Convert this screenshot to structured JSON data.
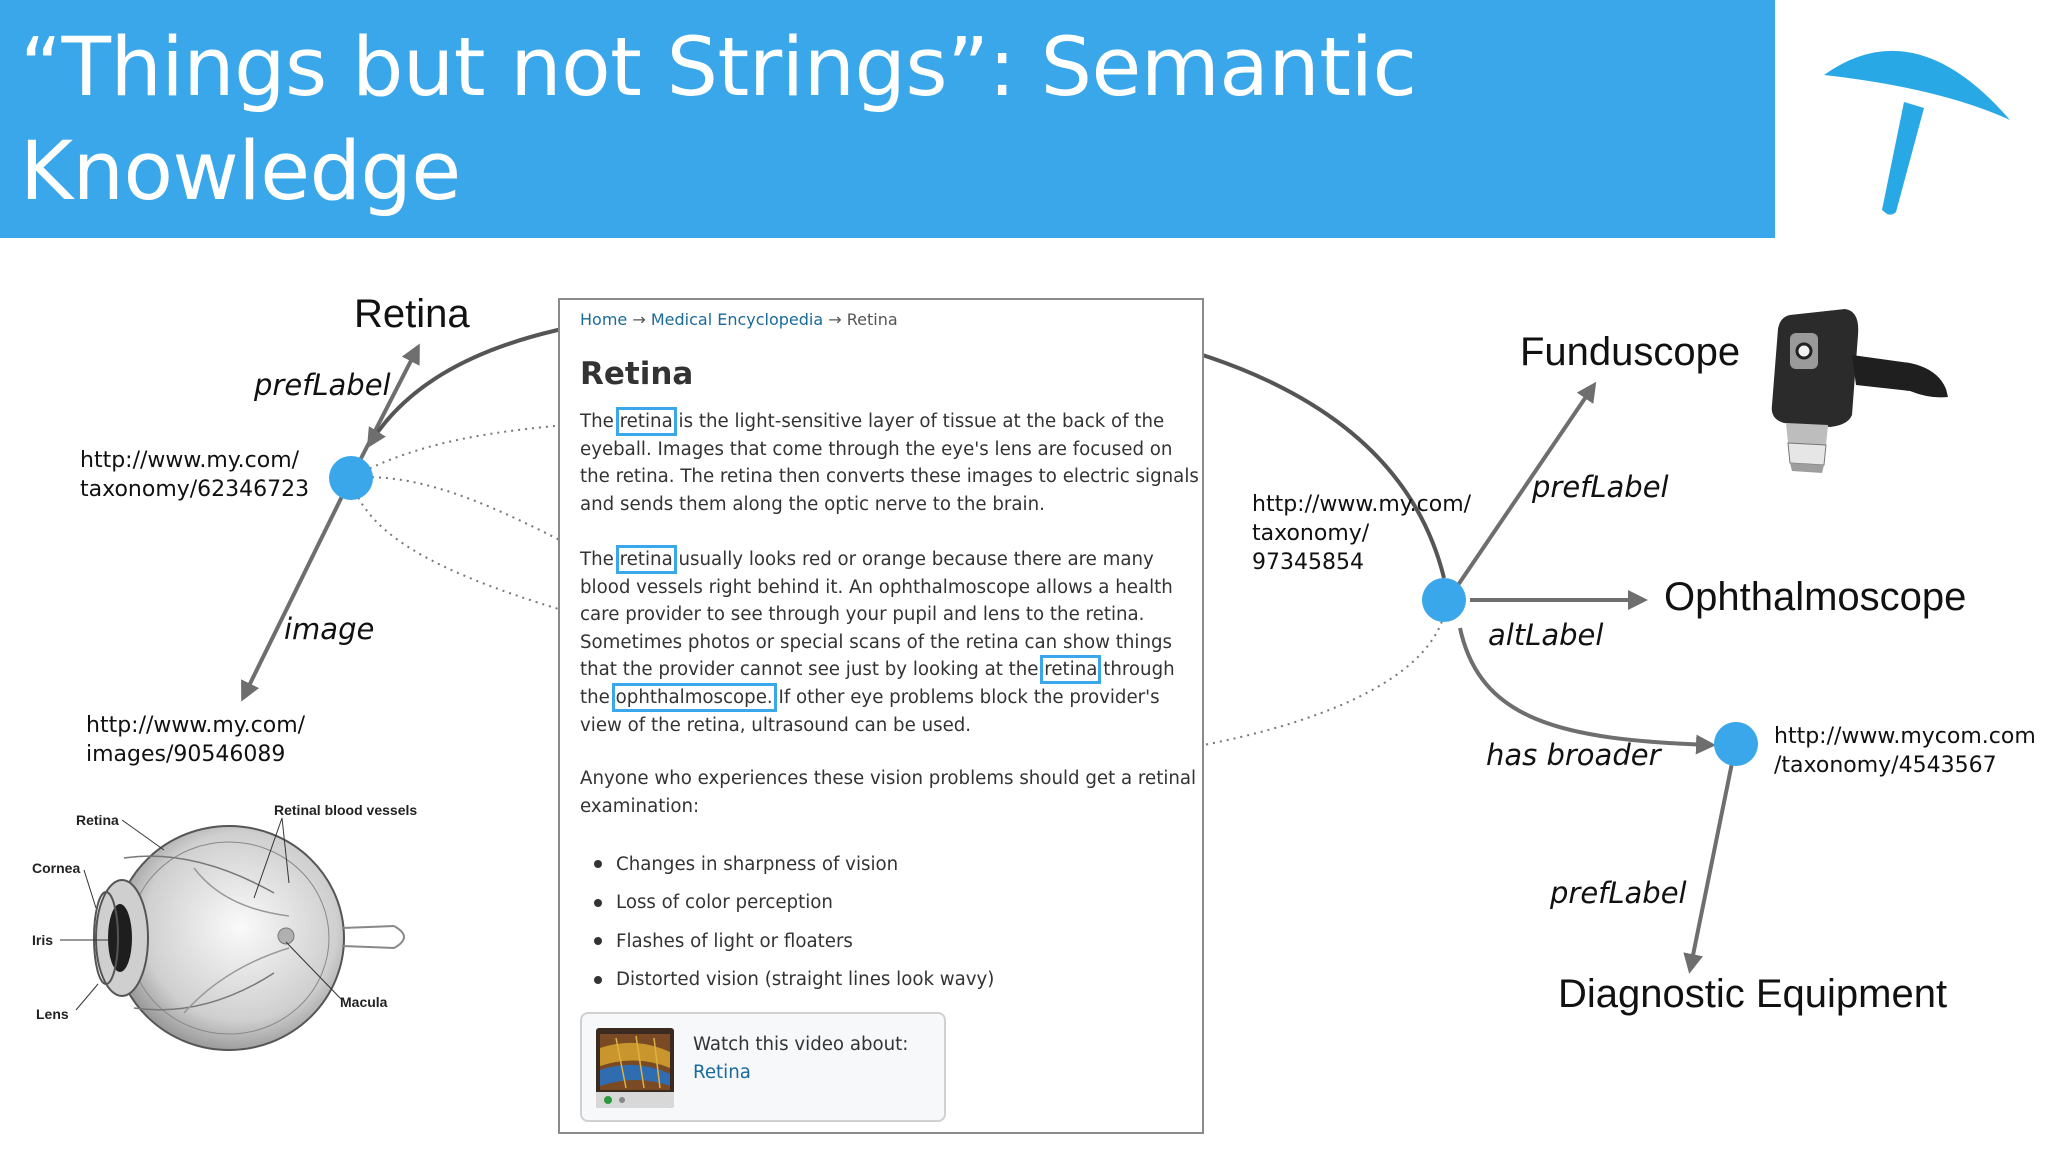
{
  "header": {
    "title_line1": "“Things but not Strings”: Semantic Knowledge",
    "title_line2": "Graphs manage resources, not just terms"
  },
  "colors": {
    "banner": "#3aa7ea",
    "node": "#3aa7ea",
    "highlight": "#3aa7ea",
    "link": "#1a6a9a"
  },
  "logo": {
    "icon": "umbrella-t-logo-icon"
  },
  "left_graph": {
    "node_label": "Retina",
    "uri": "http://www.my.com/\ntaxonomy/62346723",
    "rel_preflabel": "prefLabel",
    "rel_image": "image",
    "image_uri": "http://www.my.com/\nimages/90546089"
  },
  "eye_diagram": {
    "labels": {
      "retina": "Retina",
      "blood_vessels": "Retinal blood vessels",
      "cornea": "Cornea",
      "iris": "Iris",
      "lens": "Lens",
      "macula": "Macula"
    }
  },
  "article": {
    "crumbs": {
      "home": "Home",
      "arrow1": "→",
      "section": "Medical Encyclopedia",
      "arrow2": "→",
      "current": "Retina"
    },
    "title": "Retina",
    "p1": {
      "l1_pre": "The ",
      "l1_hl": "retina",
      "l1_post": " is the light-sensitive layer of tissue at the back of the",
      "l2": "eyeball. Images that come through the eye's lens are focused on",
      "l3": "the retina. The retina then converts these images to electric signals",
      "l4": "and sends them along the optic nerve to the brain."
    },
    "p2": {
      "l1_pre": "The ",
      "l1_hl": "retina",
      "l1_post": " usually looks red or orange because there are many",
      "l2": "blood vessels right behind it. An ophthalmoscope allows a health",
      "l3": "care provider to see through your pupil and lens to the retina.",
      "l4": "Sometimes photos or special scans of the retina can show things",
      "l5_pre": "that the provider cannot see just by looking at the ",
      "l5_hl": "retina",
      "l5_post": " through",
      "l6_pre": "the ",
      "l6_hl": "ophthalmoscope.",
      "l6_post": " If other eye problems block the provider's",
      "l7": "view of the retina, ultrasound can be used."
    },
    "p3": {
      "l1": "Anyone who experiences these vision problems should get a retinal",
      "l2": "examination:"
    },
    "bullets": [
      "Changes in sharpness of vision",
      "Loss of color perception",
      "Flashes of light or floaters",
      "Distorted vision (straight lines look wavy)"
    ],
    "video": {
      "caption": "Watch this video about:",
      "link": "Retina",
      "thumb_icon": "video-thumbnail-icon"
    }
  },
  "right_graph": {
    "uri": "http://www.my.com/\ntaxonomy/\n97345854",
    "funduscope_label": "Funduscope",
    "rel_preflabel": "prefLabel",
    "ophthalmoscope_label": "Ophthalmoscope",
    "rel_altlabel": "altLabel",
    "rel_has_broader": "has broader",
    "broader_uri": "http://www.mycom.com\n/taxonomy/4543567",
    "rel_preflabel2": "prefLabel",
    "diagnostic_label": "Diagnostic Equipment",
    "scope_icon": "ophthalmoscope-device-icon"
  }
}
